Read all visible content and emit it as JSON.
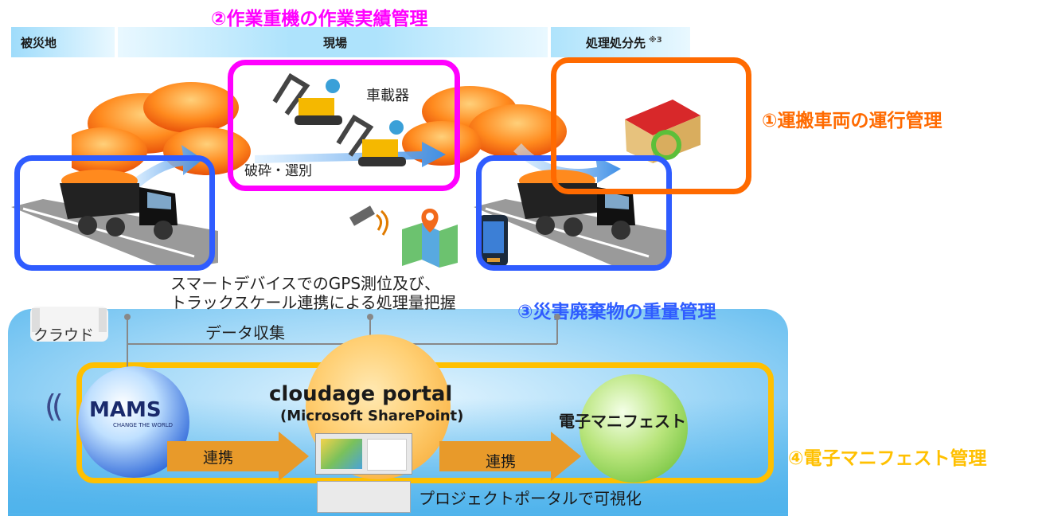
{
  "header": {
    "left": "被災地",
    "center": "現場",
    "right": "処理処分先",
    "right_note": "※3"
  },
  "callouts": {
    "c1": "①運搬車両の運行管理",
    "c2": "②作業重機の作業実績管理",
    "c3": "③災害廃棄物の重量管理",
    "c4": "④電子マニフェスト管理"
  },
  "labels": {
    "onboard": "車載器",
    "crushing": "破砕・選別",
    "smart_line1": "スマートデバイスでのGPS測位及び、",
    "smart_line2": "トラックスケール連携による処理量把握",
    "cloud": "クラウド",
    "data_collection": "データ収集",
    "portal_title": "cloudage portal",
    "portal_sub": "(Microsoft SharePoint)",
    "link1": "連携",
    "link2": "連携",
    "manifest": "電子マニフェスト",
    "mams": "MAMS",
    "mams_tagline": "CHANGE THE WORLD",
    "visualize": "プロジェクトポータルで可視化"
  },
  "colors": {
    "c1": "#ff6a00",
    "c2": "#ff00ff",
    "c3": "#2f5cff",
    "c4": "#ffc000",
    "header_band": "#cfeefd"
  }
}
